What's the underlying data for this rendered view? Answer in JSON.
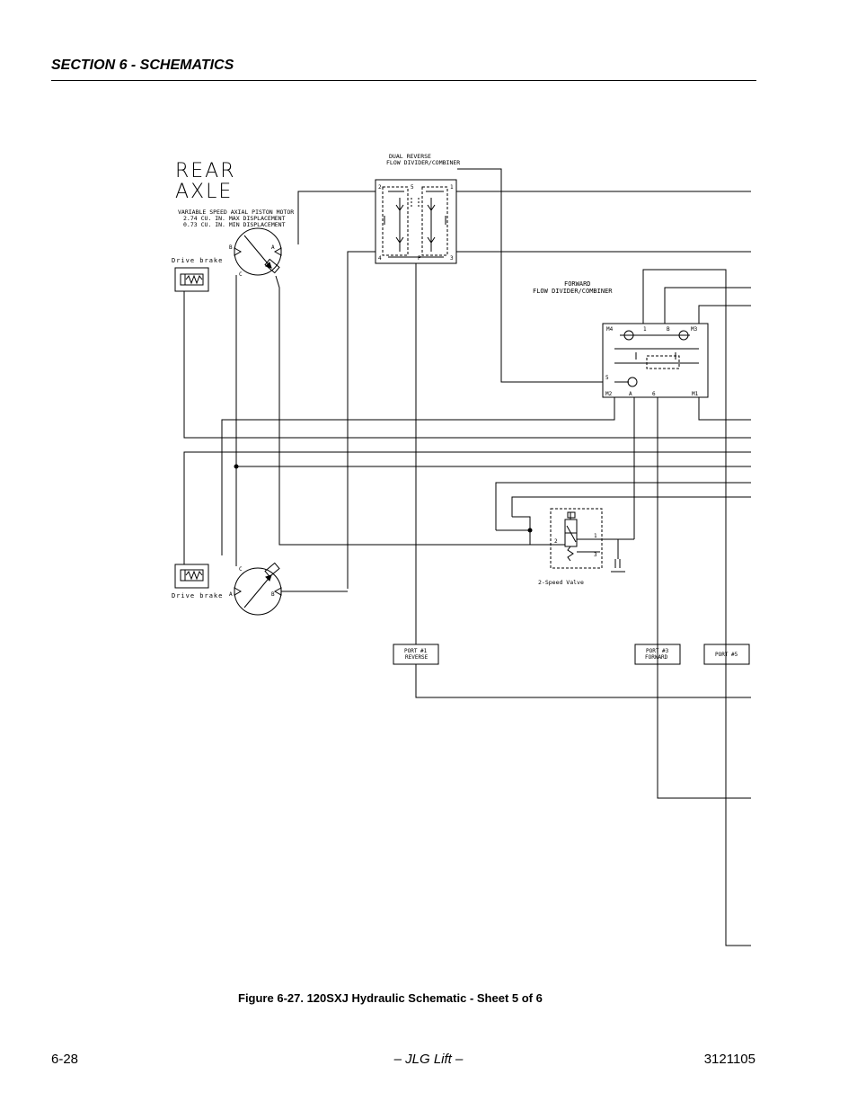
{
  "header": {
    "section_title": "SECTION 6 - SCHEMATICS"
  },
  "schematic": {
    "rear_axle_line1": "REAR",
    "rear_axle_line2": "AXLE",
    "motor_title": "VARIABLE SPEED AXIAL PISTON MOTOR",
    "motor_max": "2.74 CU. IN. MAX DISPLACEMENT",
    "motor_min": "0.73 CU. IN. MIN DISPLACEMENT",
    "drive_brake_top": "Drive brake",
    "drive_brake_bottom": "Drive brake",
    "dual_reverse_line1": "DUAL REVERSE",
    "dual_reverse_line2": "FLOW DIVIDER/COMBINER",
    "forward_line1": "FORWARD",
    "forward_line2": "FLOW DIVIDER/COMBINER",
    "two_speed_valve": "2-Speed Valve",
    "port1_line1": "PORT #1",
    "port1_line2": "REVERSE",
    "port3_line1": "PORT #3",
    "port3_line2": "FORWARD",
    "port5": "PORT #5",
    "labels": {
      "rev_2": "2",
      "rev_5": "5",
      "rev_1": "1",
      "rev_4": "4",
      "rev_p": "P",
      "rev_3": "3",
      "fwd_m4": "M4",
      "fwd_1": "1",
      "fwd_b": "B",
      "fwd_m3": "M3",
      "fwd_5": "5",
      "fwd_m2": "M2",
      "fwd_a": "A",
      "fwd_6": "6",
      "fwd_m1": "M1",
      "mt_b": "B",
      "mt_a": "A",
      "mt_c": "C",
      "mb_c": "C",
      "mb_a": "A",
      "mb_b": "B",
      "sv_2": "2",
      "sv_1": "1",
      "sv_3": "3"
    }
  },
  "caption": "Figure 6-27.  120SXJ Hydraulic Schematic - Sheet 5 of 6",
  "footer": {
    "page_number": "6-28",
    "center": "– JLG Lift –",
    "doc_number": "3121105"
  }
}
